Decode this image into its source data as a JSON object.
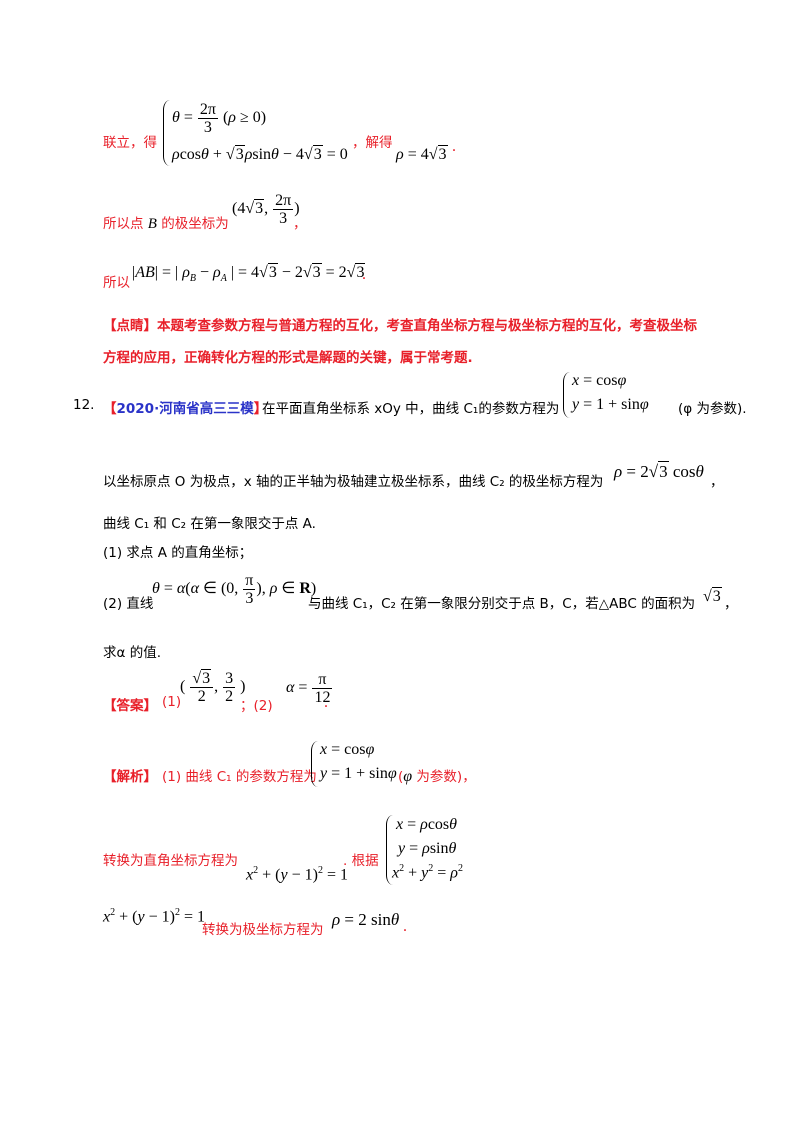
{
  "block1": {
    "lianli_prefix": "联立，得",
    "sys_line1": "θ = 2π/3 (ρ ≥ 0)",
    "sys_line2": "ρcosθ + √3ρsinθ − 4√3 = 0",
    "jiede": "，解得",
    "rho_result": "ρ = 4√3",
    "period": "."
  },
  "block2": {
    "text": "所以点 B 的极坐标为",
    "coord": "(4√3, 2π/3)",
    "comma": "，"
  },
  "block3": {
    "text": "所以",
    "expr": "|AB| = |ρB − ρA| = 4√3 − 2√3 = 2√3",
    "period": "."
  },
  "dianjing": {
    "tag": "【点睛】",
    "line1": "本题考查参数方程与普通方程的互化，考查直角坐标方程与极坐标方程的互化，考查极坐标",
    "line2": "方程的应用，正确转化方程的形式是解题的关键，属于常考题."
  },
  "q12": {
    "number": "12.",
    "source_open": "【",
    "source": "2020·河南省高三三模",
    "source_close": "】",
    "line1_text": "在平面直角坐标系 xOy 中，曲线 C₁的参数方程为",
    "param_x": "x = cosφ",
    "param_y": "y = 1 + sinφ",
    "param_note": "(φ 为参数).",
    "line2_text": "以坐标原点 O 为极点，x 轴的正半轴为极轴建立极坐标系，曲线 C₂ 的极坐标方程为",
    "c2_eq": "ρ = 2√3 cosθ",
    "line2_end": "，",
    "line3": "曲线 C₁ 和 C₂ 在第一象限交于点 A.",
    "part1": "(1) 求点 A 的直角坐标；",
    "part2_prefix": "(2) 直线",
    "part2_line": "θ = α(α ∈ (0, π/3), ρ ∈ R)",
    "part2_mid": "与曲线 C₁，C₂ 在第一象限分别交于点 B，C，若△ABC 的面积为",
    "part2_area": "√3",
    "part2_end": "，",
    "part2_last": "求α 的值."
  },
  "answer": {
    "tag": "【答案】",
    "p1": "(1)",
    "a1": "(√3/2, 3/2)",
    "sep": "；(2)",
    "a2": "α = π/12",
    "period": "."
  },
  "jiexi": {
    "tag": "【解析】",
    "text1": "(1) 曲线 C₁ 的参数方程为",
    "px": "x = cosφ",
    "py": "y = 1 + sinφ",
    "note": "(φ 为参数)，",
    "convert_text": "转换为直角坐标方程为",
    "cart_eq": "x² + (y − 1)² = 1",
    "genju": ". 根据",
    "rel1": "x = ρcosθ",
    "rel2": "y = ρsinθ",
    "rel3": "x² + y² = ρ²",
    "last_eq": "x² + (y − 1)² = 1",
    "last_text": "转换为极坐标方程为",
    "polar_eq": "ρ = 2 sinθ",
    "last_period": "."
  }
}
